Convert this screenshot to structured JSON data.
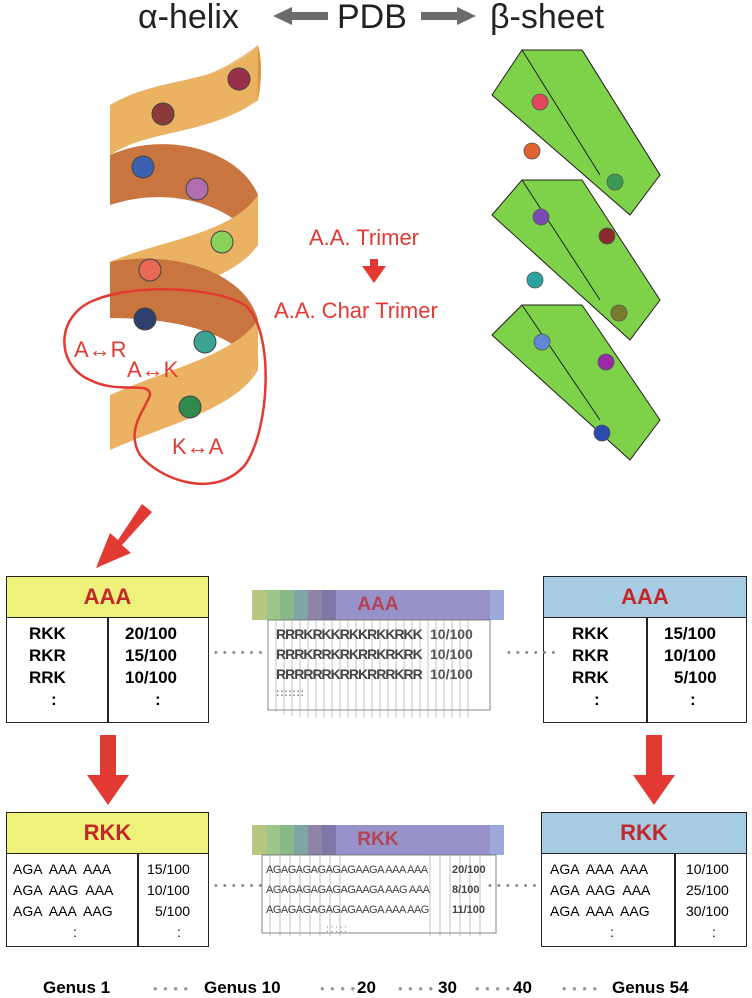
{
  "header": {
    "left_title": "α-helix",
    "center_title": "PDB",
    "right_title": "β-sheet"
  },
  "middle": {
    "trimer_label": "A.A. Trimer",
    "char_trimer_label": "A.A. Char Trimer"
  },
  "helix_annotations": {
    "a_r": "A↔R",
    "a_k": "A↔K",
    "k_a": "K↔A"
  },
  "aa_cards": {
    "left": {
      "title": "AAA",
      "rows_left": [
        "RKK",
        "RKR",
        "RRK",
        ":"
      ],
      "rows_right": [
        "20/100",
        "15/100",
        "10/100",
        ":"
      ]
    },
    "middle": {
      "title": "AAA",
      "rows_left": [
        "RRRKRKKRKKRKKRKK",
        "RRRKRRKRKRRKRKRK",
        "RRRRRRKRRKRRRKRR",
        ":  :  :  :  :  :  :"
      ],
      "rows_right": [
        "10/100",
        "10/100",
        "10/100",
        ""
      ]
    },
    "right": {
      "title": "AAA",
      "rows_left": [
        "RKK",
        "RKR",
        "RRK",
        ":"
      ],
      "rows_right": [
        "15/100",
        "10/100",
        "5/100",
        ":"
      ]
    }
  },
  "codon_cards": {
    "left": {
      "title": "RKK",
      "rows_left": [
        "AGA  AAA  AAA",
        "AGA  AAG  AAA",
        "AGA  AAA  AAG",
        ":"
      ],
      "rows_right": [
        "15/100",
        "10/100",
        "5/100",
        ":"
      ]
    },
    "middle": {
      "title": "RKK",
      "rows_left": [
        "AGAGAGAGAGAGAAGA AAA AAA",
        "AGAGAGAGAGAGAAGA AAG AAA",
        "AGAGAGAGAGAGAAGA AAA AAG",
        ":  :  :  :  :"
      ],
      "rows_right": [
        "20/100",
        "8/100",
        "11/100",
        ""
      ]
    },
    "right": {
      "title": "RKK",
      "rows_left": [
        "AGA  AAA  AAA",
        "AGA  AAG  AAA",
        "AGA  AAA  AAG",
        ":"
      ],
      "rows_right": [
        "10/100",
        "25/100",
        "30/100",
        ":"
      ]
    }
  },
  "footer": {
    "genus_1": "Genus 1",
    "genus_10": "Genus 10",
    "g20": "20",
    "g30": "30",
    "g40": "40",
    "genus_54": "Genus 54"
  },
  "colors": {
    "helix": "#eab262",
    "helix_dark": "#c9753f",
    "sheet": "#7ed24a",
    "sheet_light": "#cde9c2",
    "accent_red": "#e23a33",
    "yellow_header": "#eef17a",
    "blue_header": "#a7cbe3"
  }
}
